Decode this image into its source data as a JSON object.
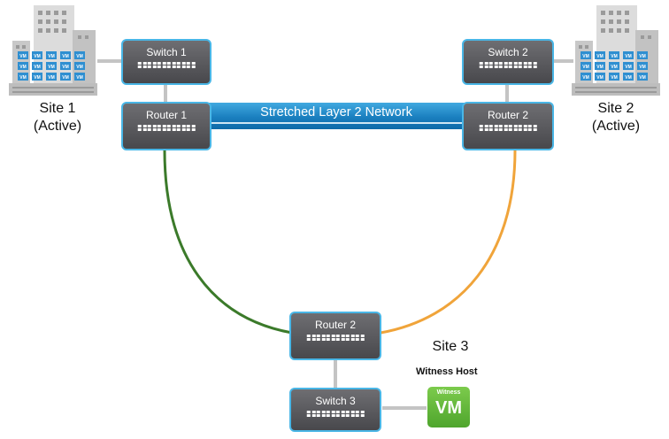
{
  "network": {
    "label": "Stretched Layer 2 Network"
  },
  "devices": {
    "switch1": "Switch 1",
    "router1": "Router 1",
    "switch2": "Switch 2",
    "router2": "Router 2",
    "router3": "Router 2",
    "switch3": "Switch 3"
  },
  "sites": {
    "site1": {
      "name": "Site 1",
      "status": "(Active)"
    },
    "site2": {
      "name": "Site 2",
      "status": "(Active)"
    },
    "site3": {
      "name": "Site 3"
    }
  },
  "building_vm_label": "VM",
  "witness": {
    "title": "Witness Host",
    "badge": "Witness",
    "vm": "VM"
  },
  "colors": {
    "green_link": "#3b7a2a",
    "orange_link": "#f0a43a",
    "device_border": "#49b6e6",
    "band": "#1a7fbf",
    "witness": "#5fb236"
  },
  "icons": [
    "building-icon",
    "port-grid-icon"
  ]
}
